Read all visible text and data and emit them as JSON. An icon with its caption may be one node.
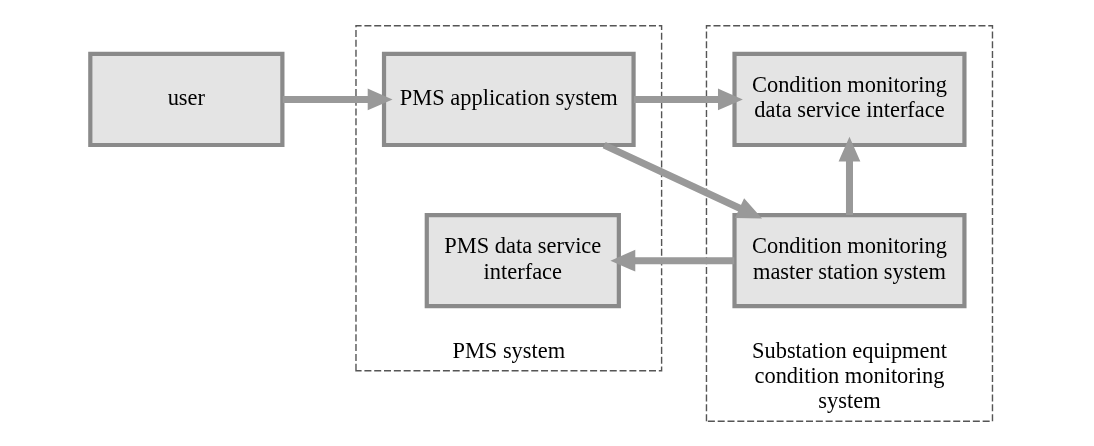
{
  "diagram": {
    "nodes": [
      {
        "text": [
          "user"
        ]
      },
      {
        "text": [
          "PMS system"
        ]
      },
      {
        "text": [
          "PMS application system"
        ],
        "in": 1
      },
      {
        "text": [
          "PMS data service interface"
        ],
        "in": 1
      },
      {
        "text": [
          "Substation equipment condition monitoring system"
        ]
      },
      {
        "text": [
          "Condition monitoring data service interface"
        ],
        "in": 4
      },
      {
        "text": [
          "Condition monitoring master station system"
        ],
        "in": 4
      }
    ],
    "edges": [
      {
        "from": 0,
        "to": 2,
        "arrow": "to"
      },
      {
        "from": 2,
        "to": 5,
        "arrow": "to"
      },
      {
        "from": 2,
        "to": 6,
        "arrow": "to"
      },
      {
        "from": 6,
        "to": 5,
        "arrow": "to"
      },
      {
        "from": 6,
        "to": 3,
        "arrow": "to"
      }
    ]
  }
}
